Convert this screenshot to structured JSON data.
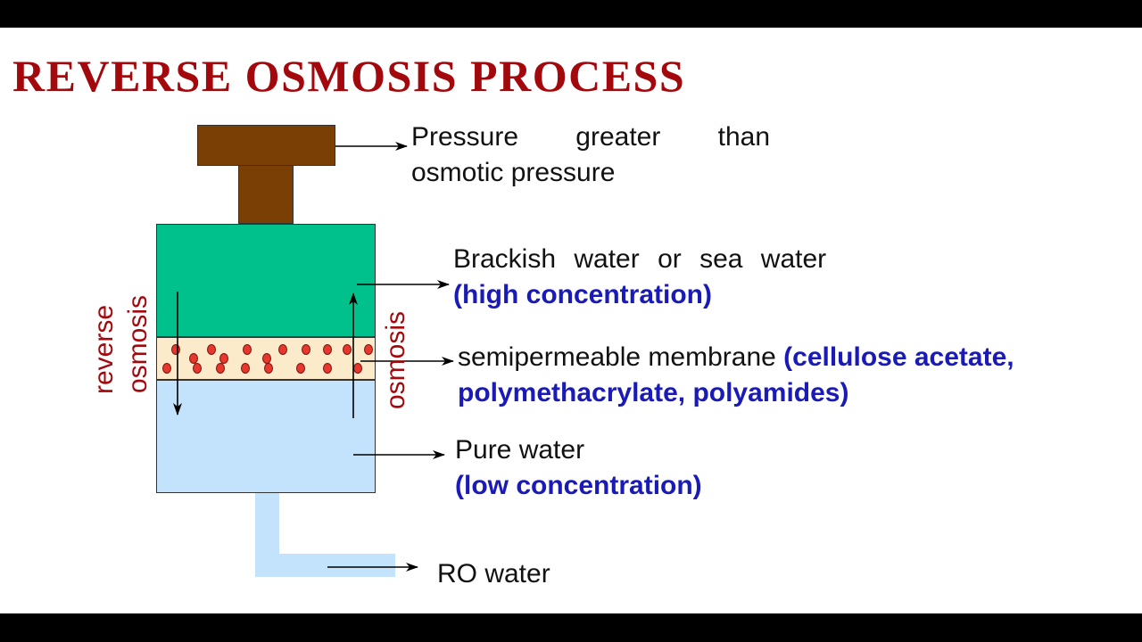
{
  "title": "REVERSE OSMOSIS PROCESS",
  "labels": {
    "pressure_word1": "Pressure",
    "pressure_word2": "greater",
    "pressure_word3": "than",
    "pressure_line2": "osmotic pressure",
    "brackish_line1": "Brackish water or sea water",
    "brackish_line2": "(high concentration)",
    "membrane_line1": "semipermeable membrane ",
    "membrane_line1_bold": "(cellulose acetate,",
    "membrane_line2": "polymethacrylate, polyamides)",
    "pure_line1": "Pure water",
    "pure_line2": "(low concentration)",
    "ro_water": "RO water"
  },
  "side_labels": {
    "reverse": "reverse",
    "osmosis_left": "osmosis",
    "osmosis_right": "osmosis"
  },
  "colors": {
    "title": "#a3080c",
    "piston": "#7a3f05",
    "brackish_water": "#00c08c",
    "membrane": "#fbebcb",
    "pure_water": "#c3e2fb",
    "solute_particles": "#e8372c",
    "highlight_text": "#1a1ab8"
  }
}
